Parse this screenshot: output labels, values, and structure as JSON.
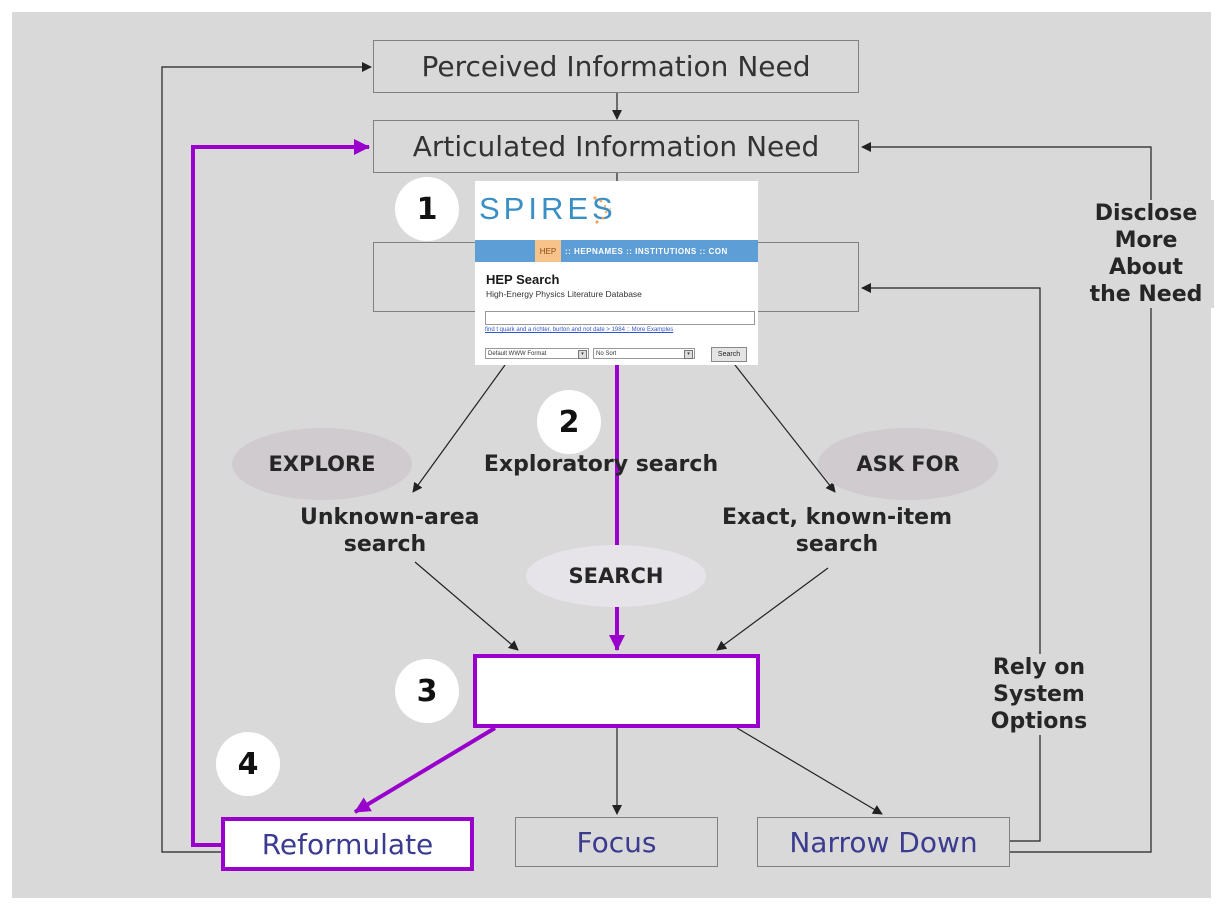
{
  "boxes": {
    "perceived": "Perceived Information Need",
    "articulated": "Articulated Information Need",
    "reformulate": "Reformulate",
    "focus": "Focus",
    "narrow_down": "Narrow Down"
  },
  "steps": [
    "1",
    "2",
    "3",
    "4"
  ],
  "ellipses": {
    "explore": "EXPLORE",
    "ask_for": "ASK FOR",
    "search": "SEARCH"
  },
  "labels": {
    "exploratory_search": "Exploratory search",
    "unknown_area_line1": "Unknown-area",
    "unknown_area_line2": "search",
    "exact_line1": "Exact, known-item",
    "exact_line2": "search",
    "disclose_line1": "Disclose",
    "disclose_line2": "More",
    "disclose_line3": "About",
    "disclose_line4": "the Need",
    "rely_line1": "Rely on",
    "rely_line2": "System",
    "rely_line3": "Options"
  },
  "spires": {
    "logo": "SPIRES",
    "nav_hep": "HEP",
    "nav_items": "::  HEPNAMES  ::  INSTITUTIONS  ::  CON",
    "title": "HEP Search",
    "subtitle": "High-Energy Physics Literature Database",
    "hint": "find t quark and a richter, burton and not date > 1984  ::  More Examples",
    "format_select": "Default WWW Format",
    "sort_select": "No Sort",
    "search_button": "Search"
  },
  "colors": {
    "background": "#d9d9d9",
    "accent_purple": "#9900cc",
    "box_text_blue": "#3b3b8f",
    "spires_blue": "#3a8fc4"
  }
}
